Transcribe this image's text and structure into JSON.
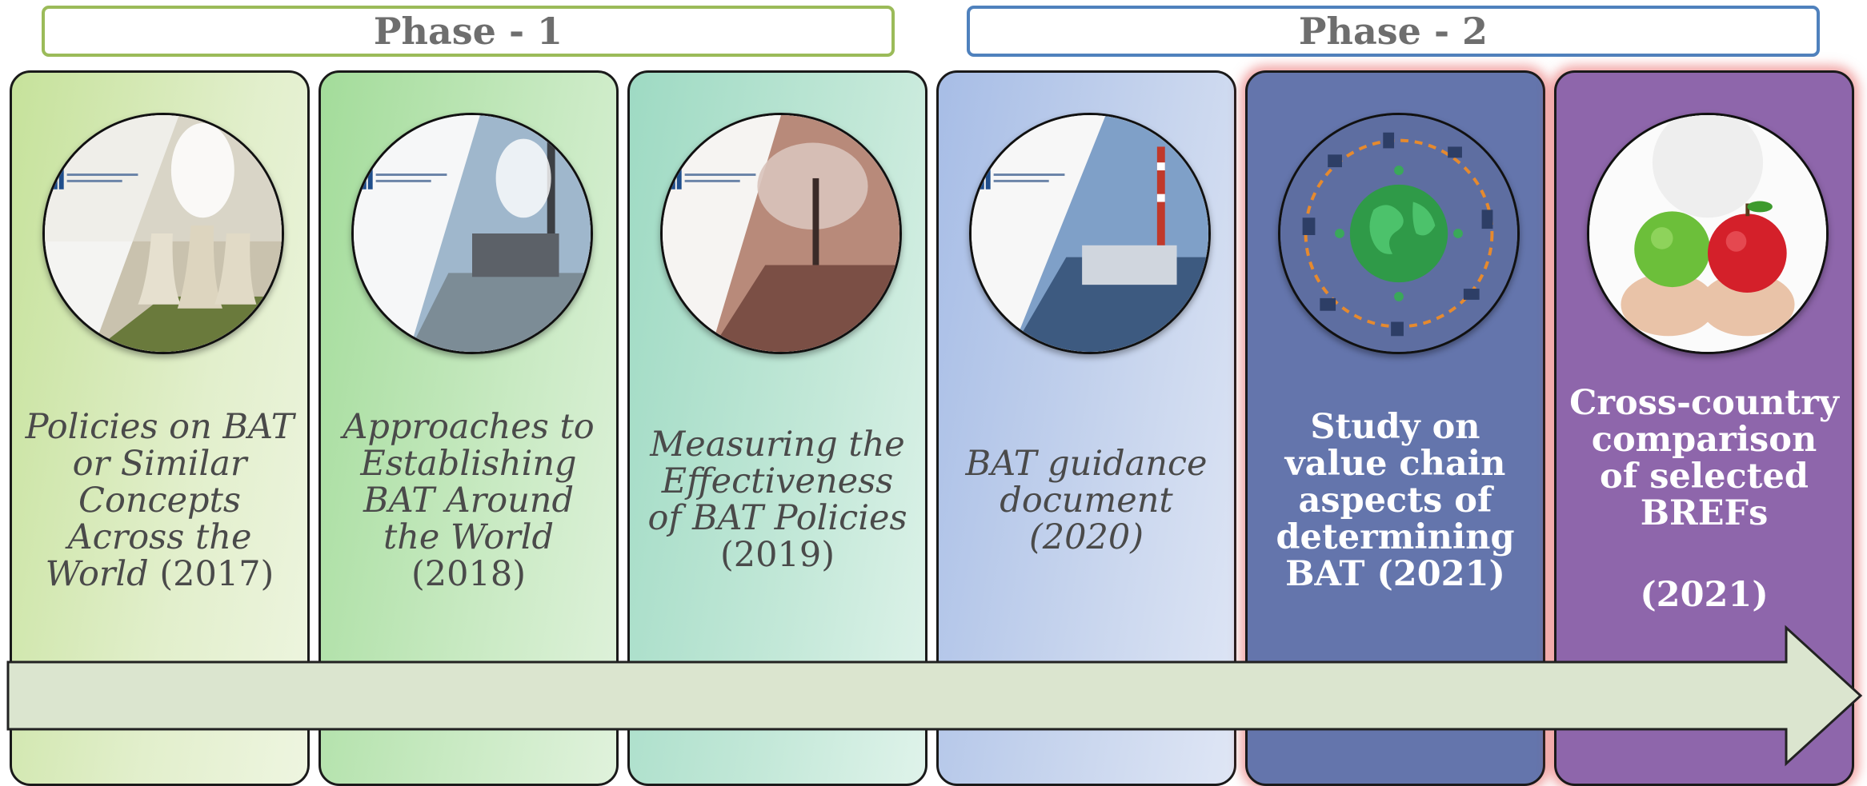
{
  "phases": {
    "phase1": "Phase - 1",
    "phase2": "Phase - 2"
  },
  "cards": [
    {
      "title_italic": "Policies on BAT or Similar Concepts Across the World",
      "year": "(2017)"
    },
    {
      "title_italic": "Approaches to Establishing BAT Around the World",
      "year": "(2018)"
    },
    {
      "title_italic": "Measuring the Effectiveness of BAT Policies",
      "year": "(2019)"
    },
    {
      "title_italic": "BAT guidance document (2020)",
      "year": ""
    },
    {
      "title": "Study on value chain aspects of determining BAT (2021)"
    },
    {
      "title": "Cross-country comparison of selected BREFs",
      "year": "(2021)"
    }
  ],
  "colors": {
    "phase1_border": "#9bbb59",
    "phase2_border": "#4f81bd",
    "card5_bg": "#6475ac",
    "card6_bg": "#8e66ab",
    "arrow_fill": "#dbe5cf"
  },
  "icons": {
    "card1": "cooling-towers-image",
    "card2": "factory-chimney-image",
    "card3": "smokestack-image",
    "card4": "industrial-plant-image",
    "card5": "globe-value-chain-icon",
    "card6": "apples-in-hands-image"
  }
}
